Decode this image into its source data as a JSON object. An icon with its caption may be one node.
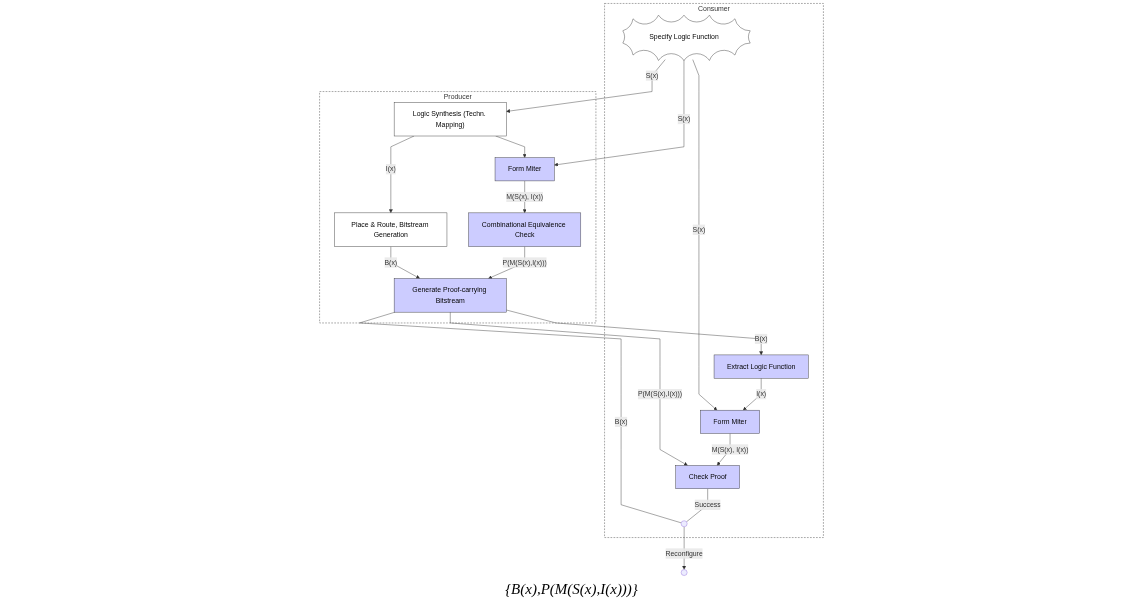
{
  "diagram": {
    "nodes": [
      {
        "text": [
          "Producer"
        ]
      },
      {
        "text": [
          "Logic Synthesis (Techn. Mapping)"
        ],
        "in": 0
      },
      {
        "text": [
          "Form Miter"
        ],
        "in": 0
      },
      {
        "text": [
          "Place & Route, Bitstream Generation"
        ],
        "in": 0
      },
      {
        "text": [
          "Combinational Equivalence Check"
        ],
        "in": 0
      },
      {
        "text": [
          "Generate Proof-carrying Bitstream"
        ],
        "in": 0
      },
      {
        "text": [
          "Consumer"
        ]
      },
      {
        "text": [
          "Specify Logic Function"
        ],
        "in": 6
      },
      {
        "text": [
          "Extract Logic Function"
        ],
        "in": 6
      },
      {
        "text": [
          "Form Miter"
        ],
        "in": 6
      },
      {
        "text": [
          "Check Proof"
        ],
        "in": 6
      },
      {
        "text": [],
        "shape": "switch",
        "in": 6
      }
    ],
    "edges": [
      {
        "from": 7,
        "to": 1,
        "arrow": "to",
        "label": "S(x)"
      },
      {
        "from": 7,
        "to": 2,
        "arrow": "to",
        "label": "S(x)"
      },
      {
        "from": 7,
        "to": 9,
        "arrow": "to",
        "label": "S(x)"
      },
      {
        "from": 1,
        "to": 2,
        "arrow": "to"
      },
      {
        "from": 1,
        "to": 3,
        "arrow": "to",
        "label": "I(x)"
      },
      {
        "from": 2,
        "to": 4,
        "arrow": "to",
        "label": "M(S(x), I(x))"
      },
      {
        "from": 3,
        "to": 5,
        "arrow": "to",
        "label": "B(x)"
      },
      {
        "from": 4,
        "to": 5,
        "arrow": "to",
        "label": "P(M(S(x),I(x)))"
      },
      {
        "from": 5,
        "to": 8,
        "arrow": "to",
        "label": "B(x)"
      },
      {
        "from": 5,
        "to": 10,
        "arrow": "to",
        "label": "P(M(S(x),I(x)))"
      },
      {
        "from": 5,
        "to": 11,
        "arrow": "none",
        "label": "B(x)"
      },
      {
        "from": 8,
        "to": 9,
        "arrow": "to",
        "label": "I(x)"
      },
      {
        "from": 9,
        "to": 10,
        "arrow": "to",
        "label": "M(S(x), I(x))"
      },
      {
        "from": 10,
        "to": 11,
        "arrow": "none",
        "label": "Success"
      },
      {
        "from": 11,
        "to": null,
        "arrow": "to",
        "label": "Reconfigure"
      }
    ],
    "labels": [
      "{B(x),P(M(S(x),I(x)))}"
    ]
  }
}
